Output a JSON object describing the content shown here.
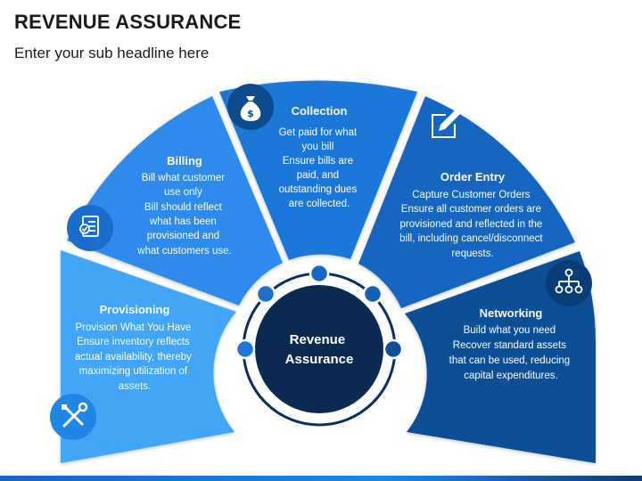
{
  "header": {
    "title": "REVENUE ASSURANCE",
    "subtitle": "Enter your sub headline here"
  },
  "center": {
    "lines": [
      "Revenue",
      "Assurance"
    ]
  },
  "segments": [
    {
      "id": "provisioning",
      "title": "Provisioning",
      "lines": [
        "Provision What You Have",
        "Ensure inventory reflects",
        "actual availability, thereby",
        "maximizing utilization of",
        "assets."
      ],
      "icon": "tools-icon",
      "color": "#42a5f5"
    },
    {
      "id": "billing",
      "title": "Billing",
      "lines": [
        "Bill what customer",
        "use only",
        "Bill should reflect",
        "what has been",
        "provisioned and",
        "what customers use."
      ],
      "icon": "document-check-icon",
      "color": "#2e8bec"
    },
    {
      "id": "collection",
      "title": "Collection",
      "lines": [
        "Get paid for what",
        "you bill",
        "Ensure bills are",
        "paid, and",
        "outstanding dues",
        "are collected."
      ],
      "icon": "money-bag-icon",
      "color": "#1e78d8"
    },
    {
      "id": "order-entry",
      "title": "Order Entry",
      "lines": [
        "Capture Customer Orders",
        "Ensure all customer orders are",
        "provisioned and reflected in the",
        "bill, including cancel/disconnect",
        "requests."
      ],
      "icon": "edit-icon",
      "color": "#1566bf"
    },
    {
      "id": "networking",
      "title": "Networking",
      "lines": [
        "Build what you need",
        "Recover standard assets",
        "that can be used, reducing",
        "capital expenditures."
      ],
      "icon": "network-icon",
      "color": "#0e4f97"
    }
  ]
}
